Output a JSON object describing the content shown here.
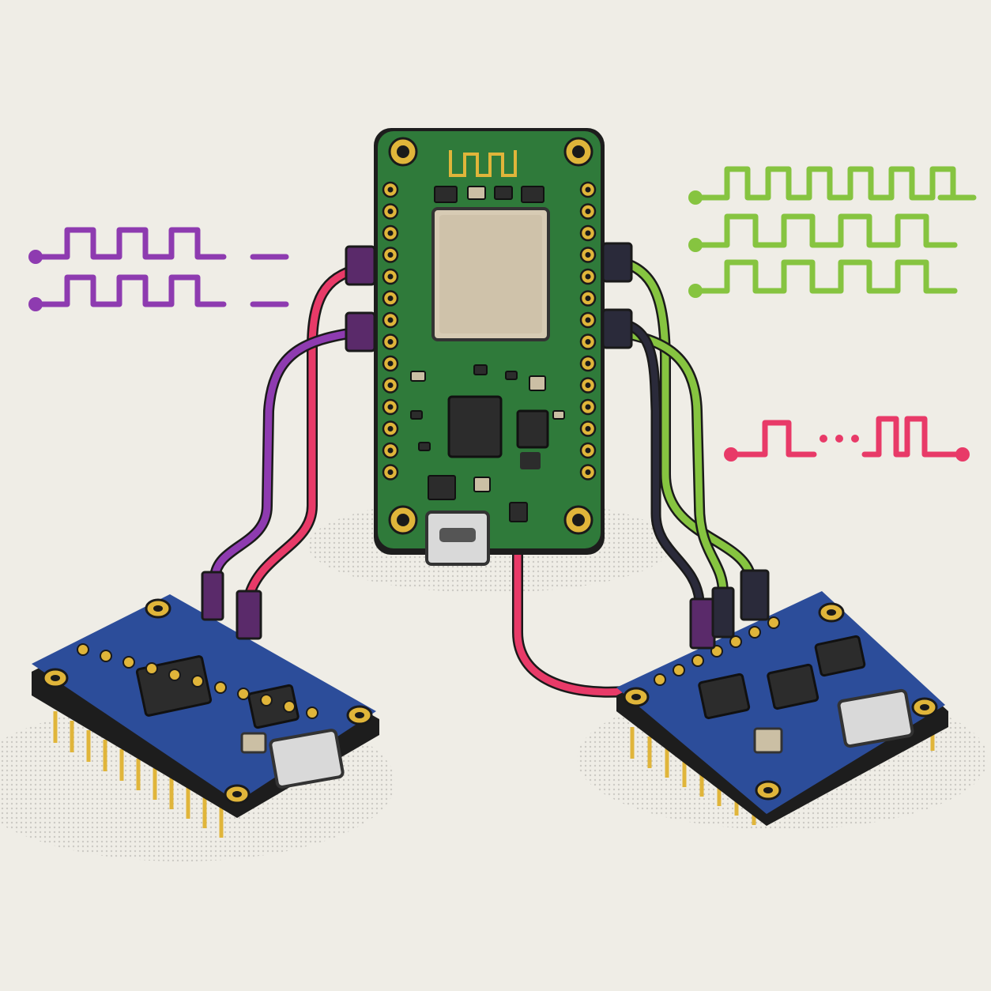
{
  "colors": {
    "background": "#efede6",
    "main_board": "#2f7a3a",
    "main_board_dark": "#1f5a2a",
    "peripheral_board": "#2c4d9a",
    "peripheral_board_dark": "#1e3a7a",
    "pad_gold": "#e0b53a",
    "purple_wire": "#8e3bb0",
    "pink_wire": "#e83a68",
    "green_wire": "#86c440",
    "dark_wire": "#2a2a3a",
    "chip": "#2c2c2c",
    "rf_shield": "#cdbfa8"
  },
  "signals": {
    "purple": {
      "lines": 2,
      "pattern": "square-wave"
    },
    "green": {
      "lines": 3,
      "pattern": "square-wave"
    },
    "pink": {
      "lines": 1,
      "pattern": "pulse-ellipsis-pulse"
    }
  },
  "boards": {
    "main": {
      "kind": "microcontroller",
      "icons": [
        "antenna-icon",
        "rf-module-icon",
        "usb-port-icon"
      ]
    },
    "left": {
      "kind": "peripheral",
      "icons": [
        "chip-icon",
        "usb-port-icon"
      ]
    },
    "right": {
      "kind": "peripheral",
      "icons": [
        "chip-icon",
        "usb-port-icon"
      ]
    }
  }
}
